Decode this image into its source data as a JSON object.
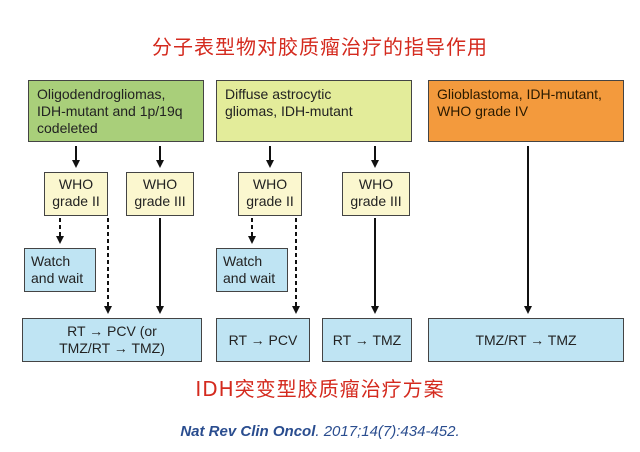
{
  "title": "分子表型物对胶质瘤治疗的指导作用",
  "subtitle": "IDH突变型胶质瘤治疗方案",
  "columns": {
    "oligo": {
      "header": "Oligodendrogliomas,\nIDH-mutant and 1p/19q\ncodeleted",
      "grade_2": "WHO\ngrade II",
      "grade_3": "WHO\ngrade III",
      "watch": "Watch\nand wait",
      "treatment": "RT → PCV (or\nTMZ/RT → TMZ)"
    },
    "astro": {
      "header": "Diffuse astrocytic\ngliomas, IDH-mutant",
      "grade_2": "WHO\ngrade II",
      "grade_3": "WHO\ngrade III",
      "watch": "Watch\nand wait",
      "treatment_2": "RT → PCV",
      "treatment_3": "RT → TMZ"
    },
    "gbm": {
      "header": "Glioblastoma, IDH-mutant,\nWHO grade IV",
      "treatment": "TMZ/RT → TMZ"
    }
  },
  "citation": {
    "journal": "Nat Rev Clin Oncol",
    "details": ". 2017;14(7):434-452."
  },
  "colors": {
    "title_red": "#d42a1e",
    "oligo_header": "#a9cf7a",
    "astro_header": "#e3ec9a",
    "gbm_header": "#f39a3d",
    "grade_box": "#fbf7cf",
    "treatment_box": "#bfe4f3",
    "citation_blue": "#2a4d8f"
  }
}
